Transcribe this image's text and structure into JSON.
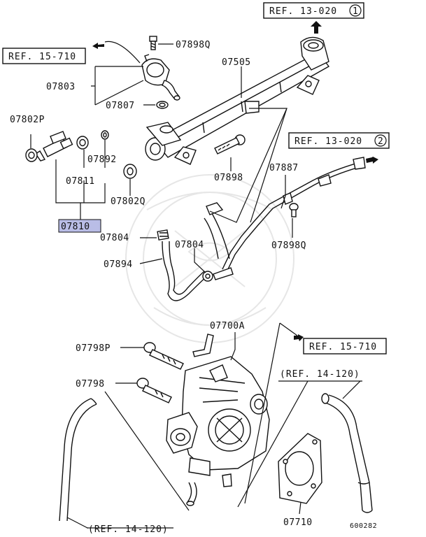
{
  "labels": {
    "p07898Q_top": "07898Q",
    "p07505": "07505",
    "p07803": "07803",
    "p07807": "07807",
    "p07802P": "07802P",
    "p07892": "07892",
    "p07811": "07811",
    "p07802Q": "07802Q",
    "p07810": "07810",
    "p07804_a": "07804",
    "p07804_b": "07804",
    "p07894": "07894",
    "p07898": "07898",
    "p07887": "07887",
    "p07898Q_b": "07898Q",
    "p07700A": "07700A",
    "p07798P": "07798P",
    "p07798": "07798",
    "p07710": "07710",
    "diagram_code": "600282"
  },
  "refs": {
    "ref_13_020_1": "REF. 13-020",
    "ref_13_020_1_num": "1",
    "ref_15_710_a": "REF. 15-710",
    "ref_13_020_2": "REF. 13-020",
    "ref_13_020_2_num": "2",
    "ref_15_710_b": "REF. 15-710",
    "ref_14_120_a": "(REF. 14-120)",
    "ref_14_120_b": "(REF. 14-120)"
  },
  "colors": {
    "highlight": "#b9bde6",
    "line": "#111111",
    "watermark": "#e6e6e6"
  }
}
